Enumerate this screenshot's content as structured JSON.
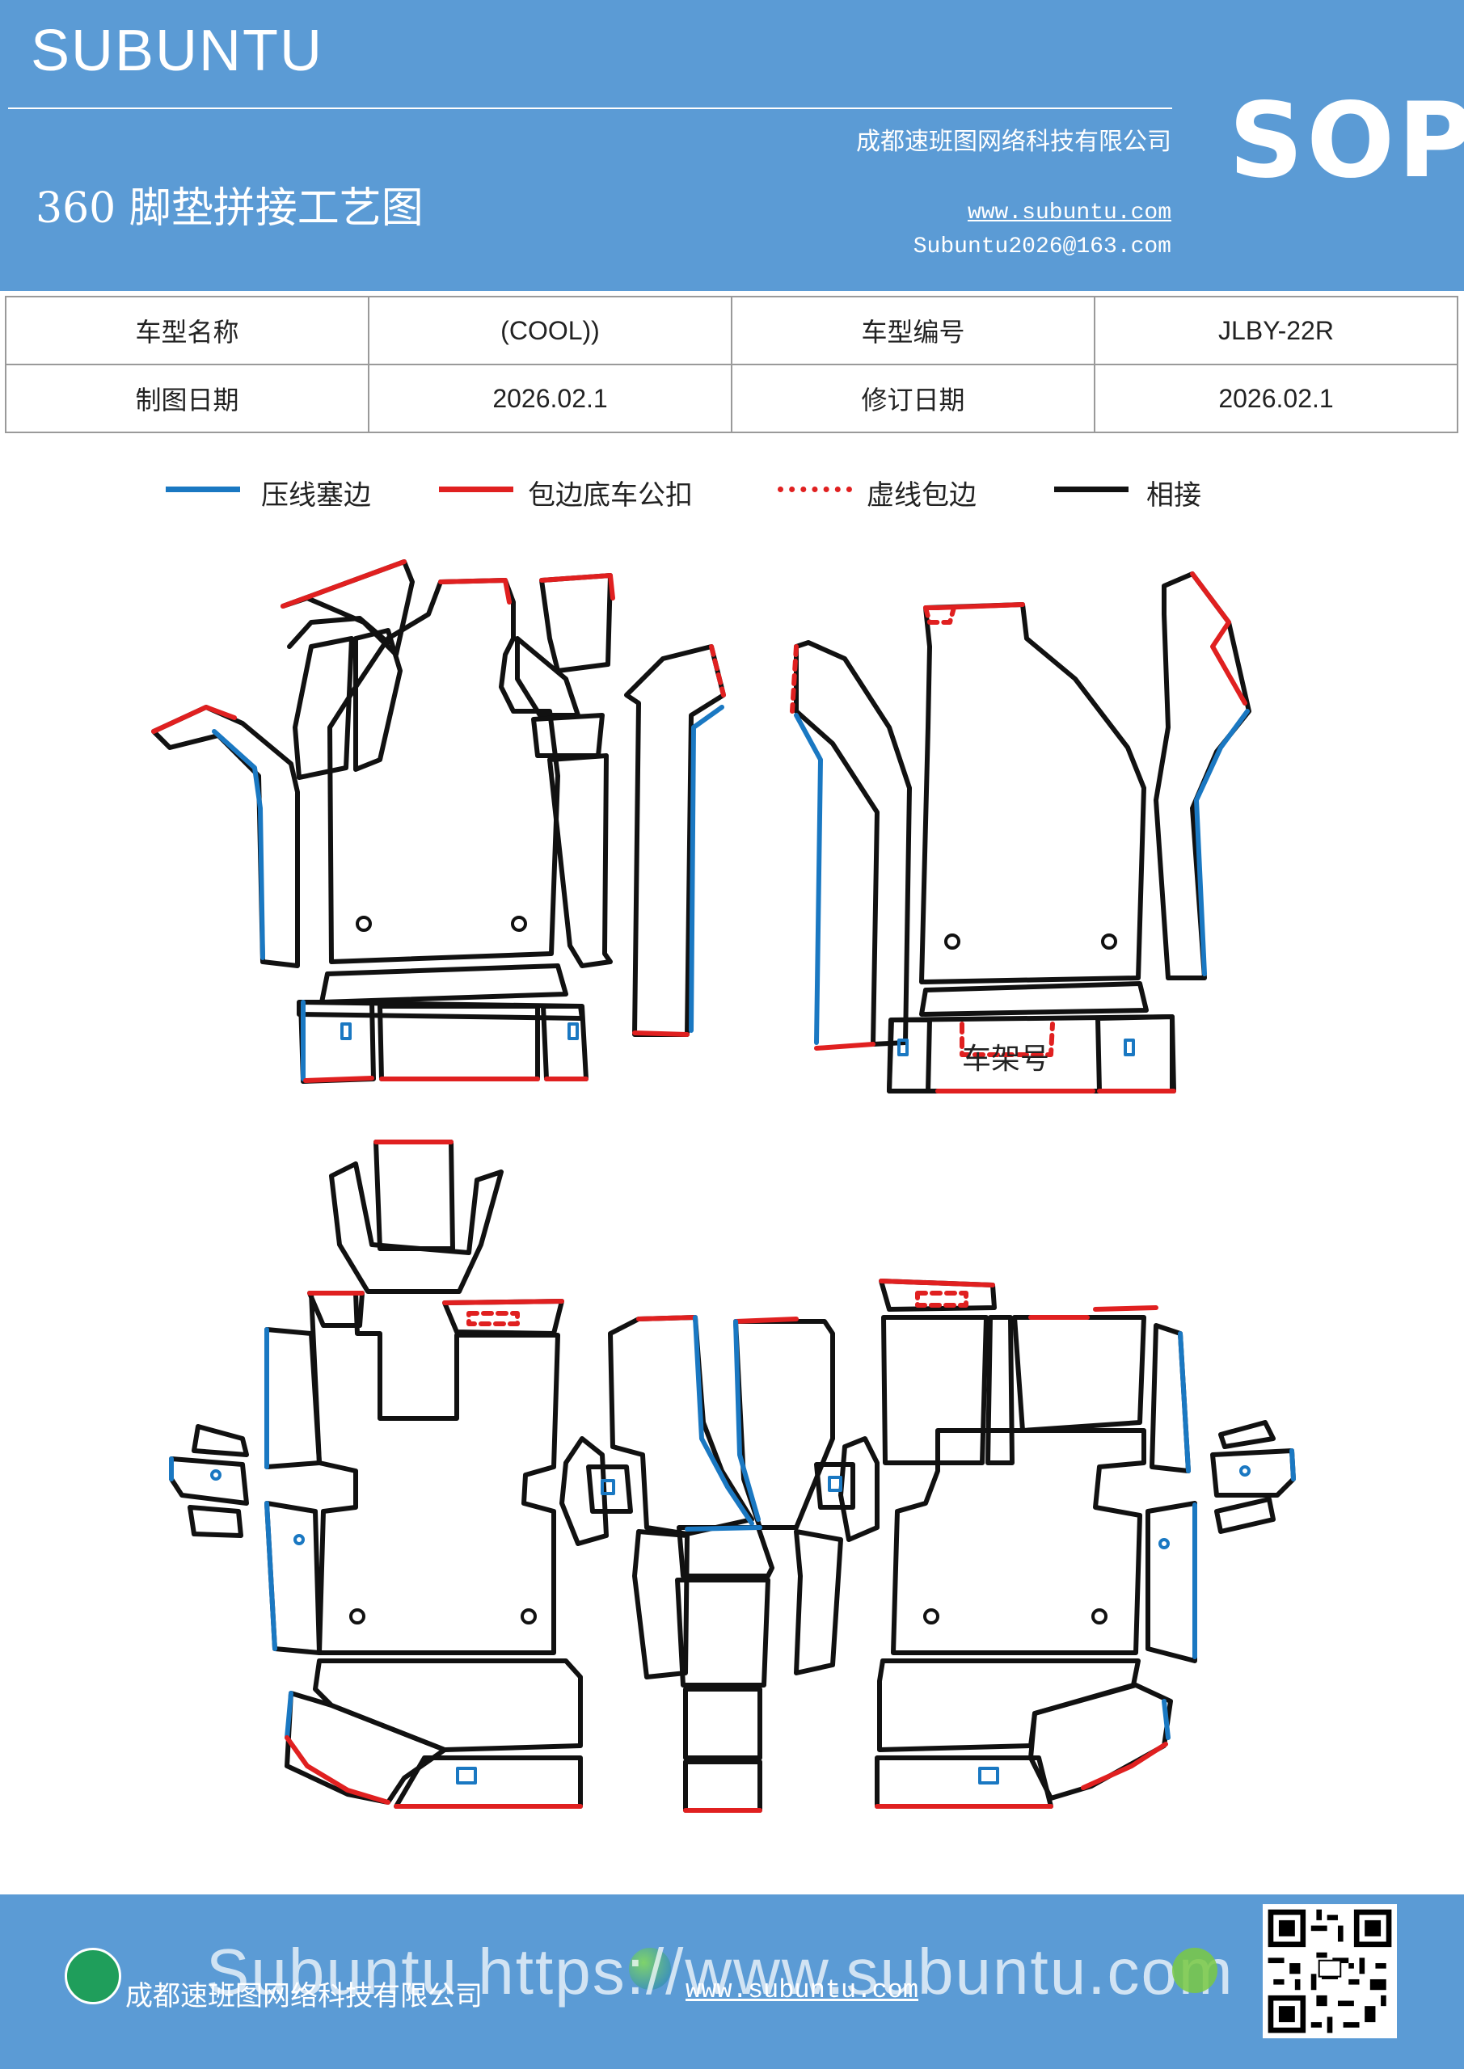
{
  "header": {
    "brand": "SUBUNTU",
    "badge": "SOP",
    "company": "成都速班图网络科技有限公司",
    "title": "360 脚垫拼接工艺图",
    "website": "www.subuntu.com",
    "email": "Subuntu2026@163.com"
  },
  "info_table": {
    "rows": [
      [
        {
          "label": "车型名称",
          "value": "(COOL))"
        },
        {
          "label": "车型编号",
          "value": "JLBY-22R"
        }
      ],
      [
        {
          "label": "制图日期",
          "value": "2026.02.1"
        },
        {
          "label": "修订日期",
          "value": "2026.02.1"
        }
      ]
    ]
  },
  "legend": [
    {
      "label": "压线塞边",
      "color": "#1a78c2",
      "style": "solid"
    },
    {
      "label": "包边底车公扣",
      "color": "#e02020",
      "style": "solid"
    },
    {
      "label": "虚线包边",
      "color": "#e02020",
      "style": "dashed"
    },
    {
      "label": "相接",
      "color": "#111111",
      "style": "solid"
    }
  ],
  "diagram": {
    "vin_label": "车架号"
  },
  "footer": {
    "company": "成都速班图网络科技有限公司",
    "website": "www.subuntu.com",
    "watermark": "Subuntu https://www.subuntu.com"
  }
}
